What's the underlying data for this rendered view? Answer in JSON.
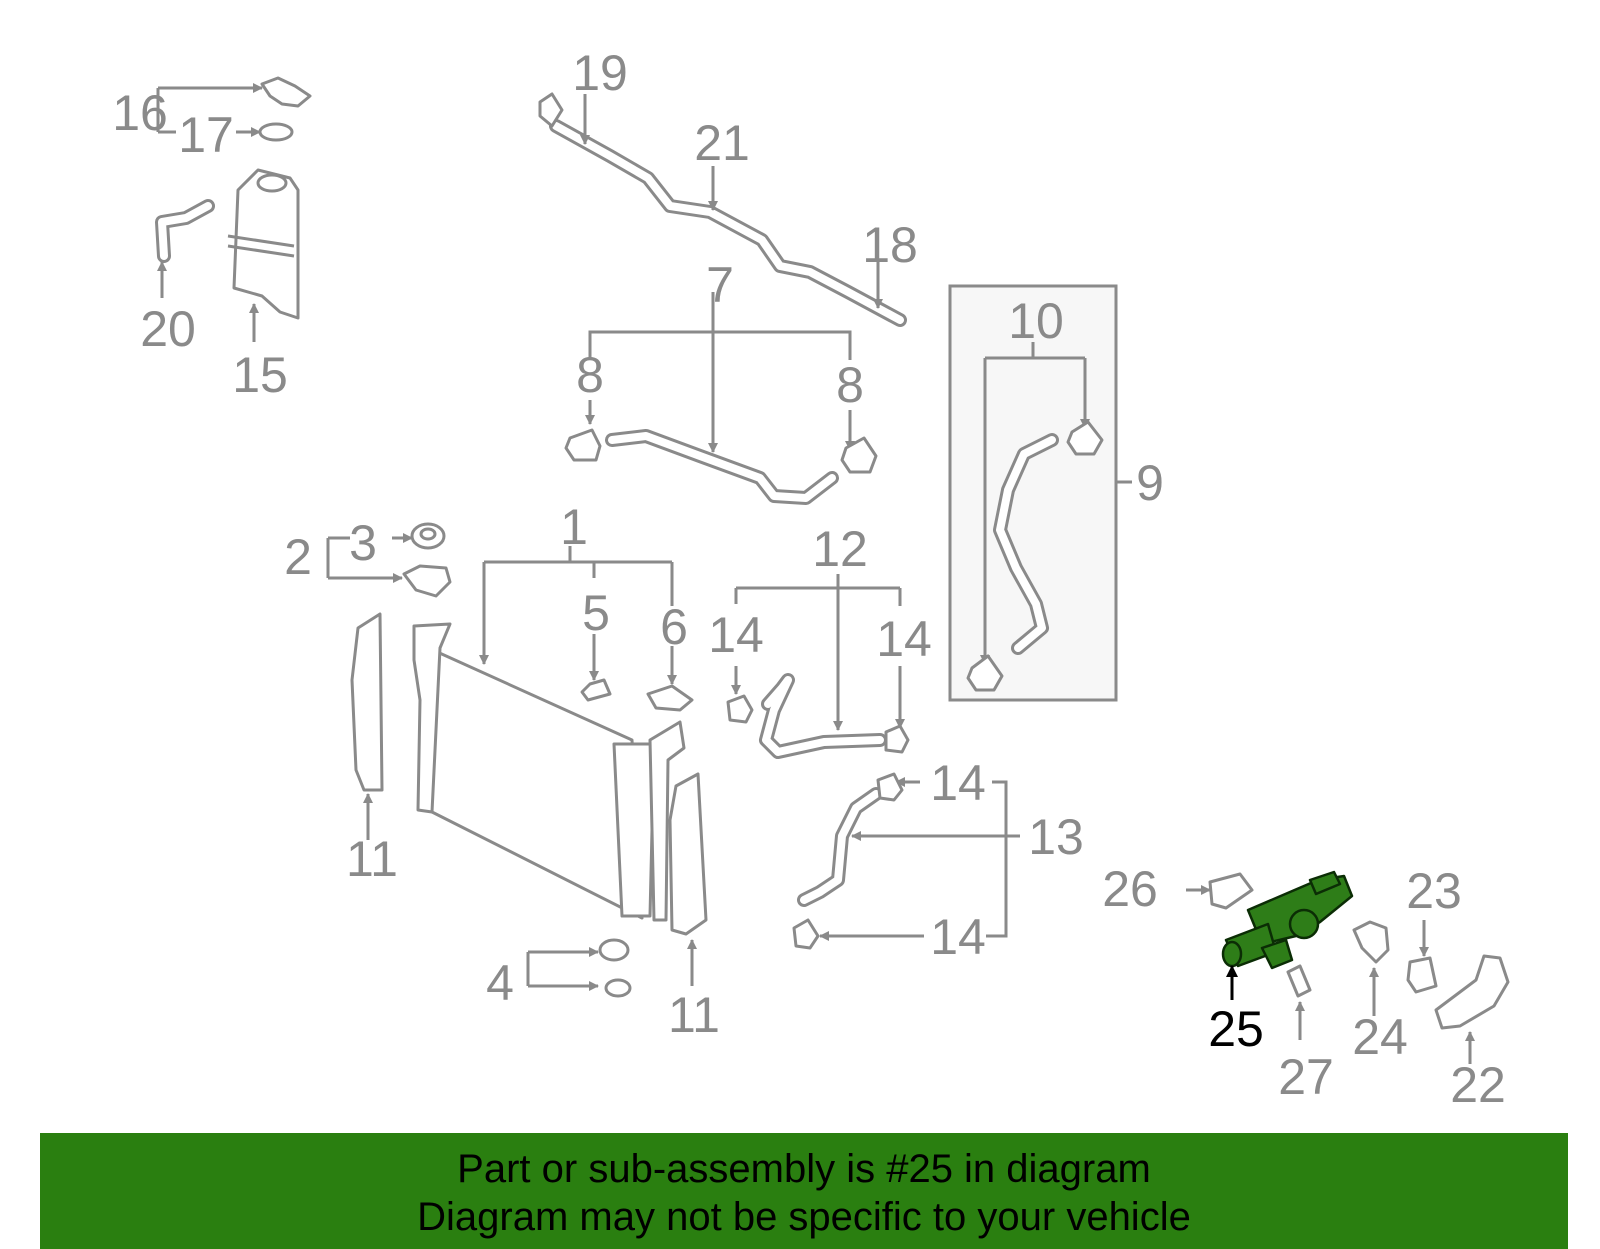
{
  "labels": {
    "p1": "1",
    "p2": "2",
    "p3": "3",
    "p4": "4",
    "p5": "5",
    "p6": "6",
    "p7": "7",
    "p8a": "8",
    "p8b": "8",
    "p9": "9",
    "p10": "10",
    "p11a": "11",
    "p11b": "11",
    "p12": "12",
    "p13": "13",
    "p14a": "14",
    "p14b": "14",
    "p14c": "14",
    "p14d": "14",
    "p15": "15",
    "p16": "16",
    "p17": "17",
    "p18": "18",
    "p19": "19",
    "p20": "20",
    "p21": "21",
    "p22": "22",
    "p23": "23",
    "p24": "24",
    "p25": "25",
    "p26": "26",
    "p27": "27"
  },
  "highlight_part": "25",
  "colors": {
    "line": "#8a8a8a",
    "highlight": "#2e7d18",
    "banner": "#2a7f10",
    "text": "#000000"
  },
  "banner": {
    "line1": "Part or sub-assembly is #25 in diagram",
    "line2": "Diagram may not be specific to your vehicle"
  }
}
